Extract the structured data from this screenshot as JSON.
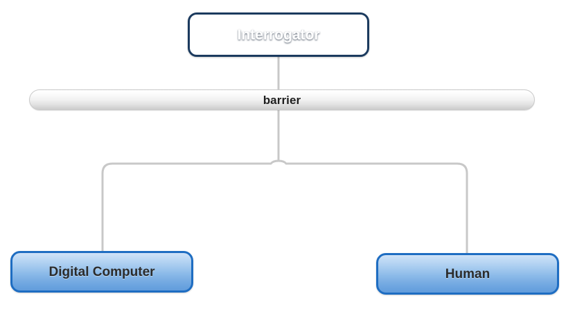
{
  "diagram": {
    "title_text": "Interrogator",
    "barrier": {
      "label": "barrier"
    },
    "nodes": [
      {
        "id": "interrogator",
        "label": "Interrogator",
        "role": "root"
      },
      {
        "id": "digital-computer",
        "label": "Digital Computer",
        "role": "leaf"
      },
      {
        "id": "human",
        "label": "Human",
        "role": "leaf"
      }
    ],
    "colors": {
      "root_border": "#1b3a5e",
      "root_fill_top": "#c3cedb",
      "root_fill_bottom": "#4a6078",
      "root_text": "#ffffff",
      "leaf_border": "#1e6dc2",
      "leaf_fill_top": "#cfe2f7",
      "leaf_fill_bottom": "#629ddc",
      "leaf_text": "#2b2b2b",
      "barrier_border": "#c9c9c9",
      "barrier_fill_top": "#ffffff",
      "barrier_fill_bottom": "#cccccc",
      "barrier_text": "#1f1f1f",
      "connector_line": "#c8c8c8",
      "background": "#ffffff"
    },
    "connectors": [
      {
        "from": "interrogator",
        "to": "digital-computer"
      },
      {
        "from": "interrogator",
        "to": "human"
      }
    ]
  }
}
